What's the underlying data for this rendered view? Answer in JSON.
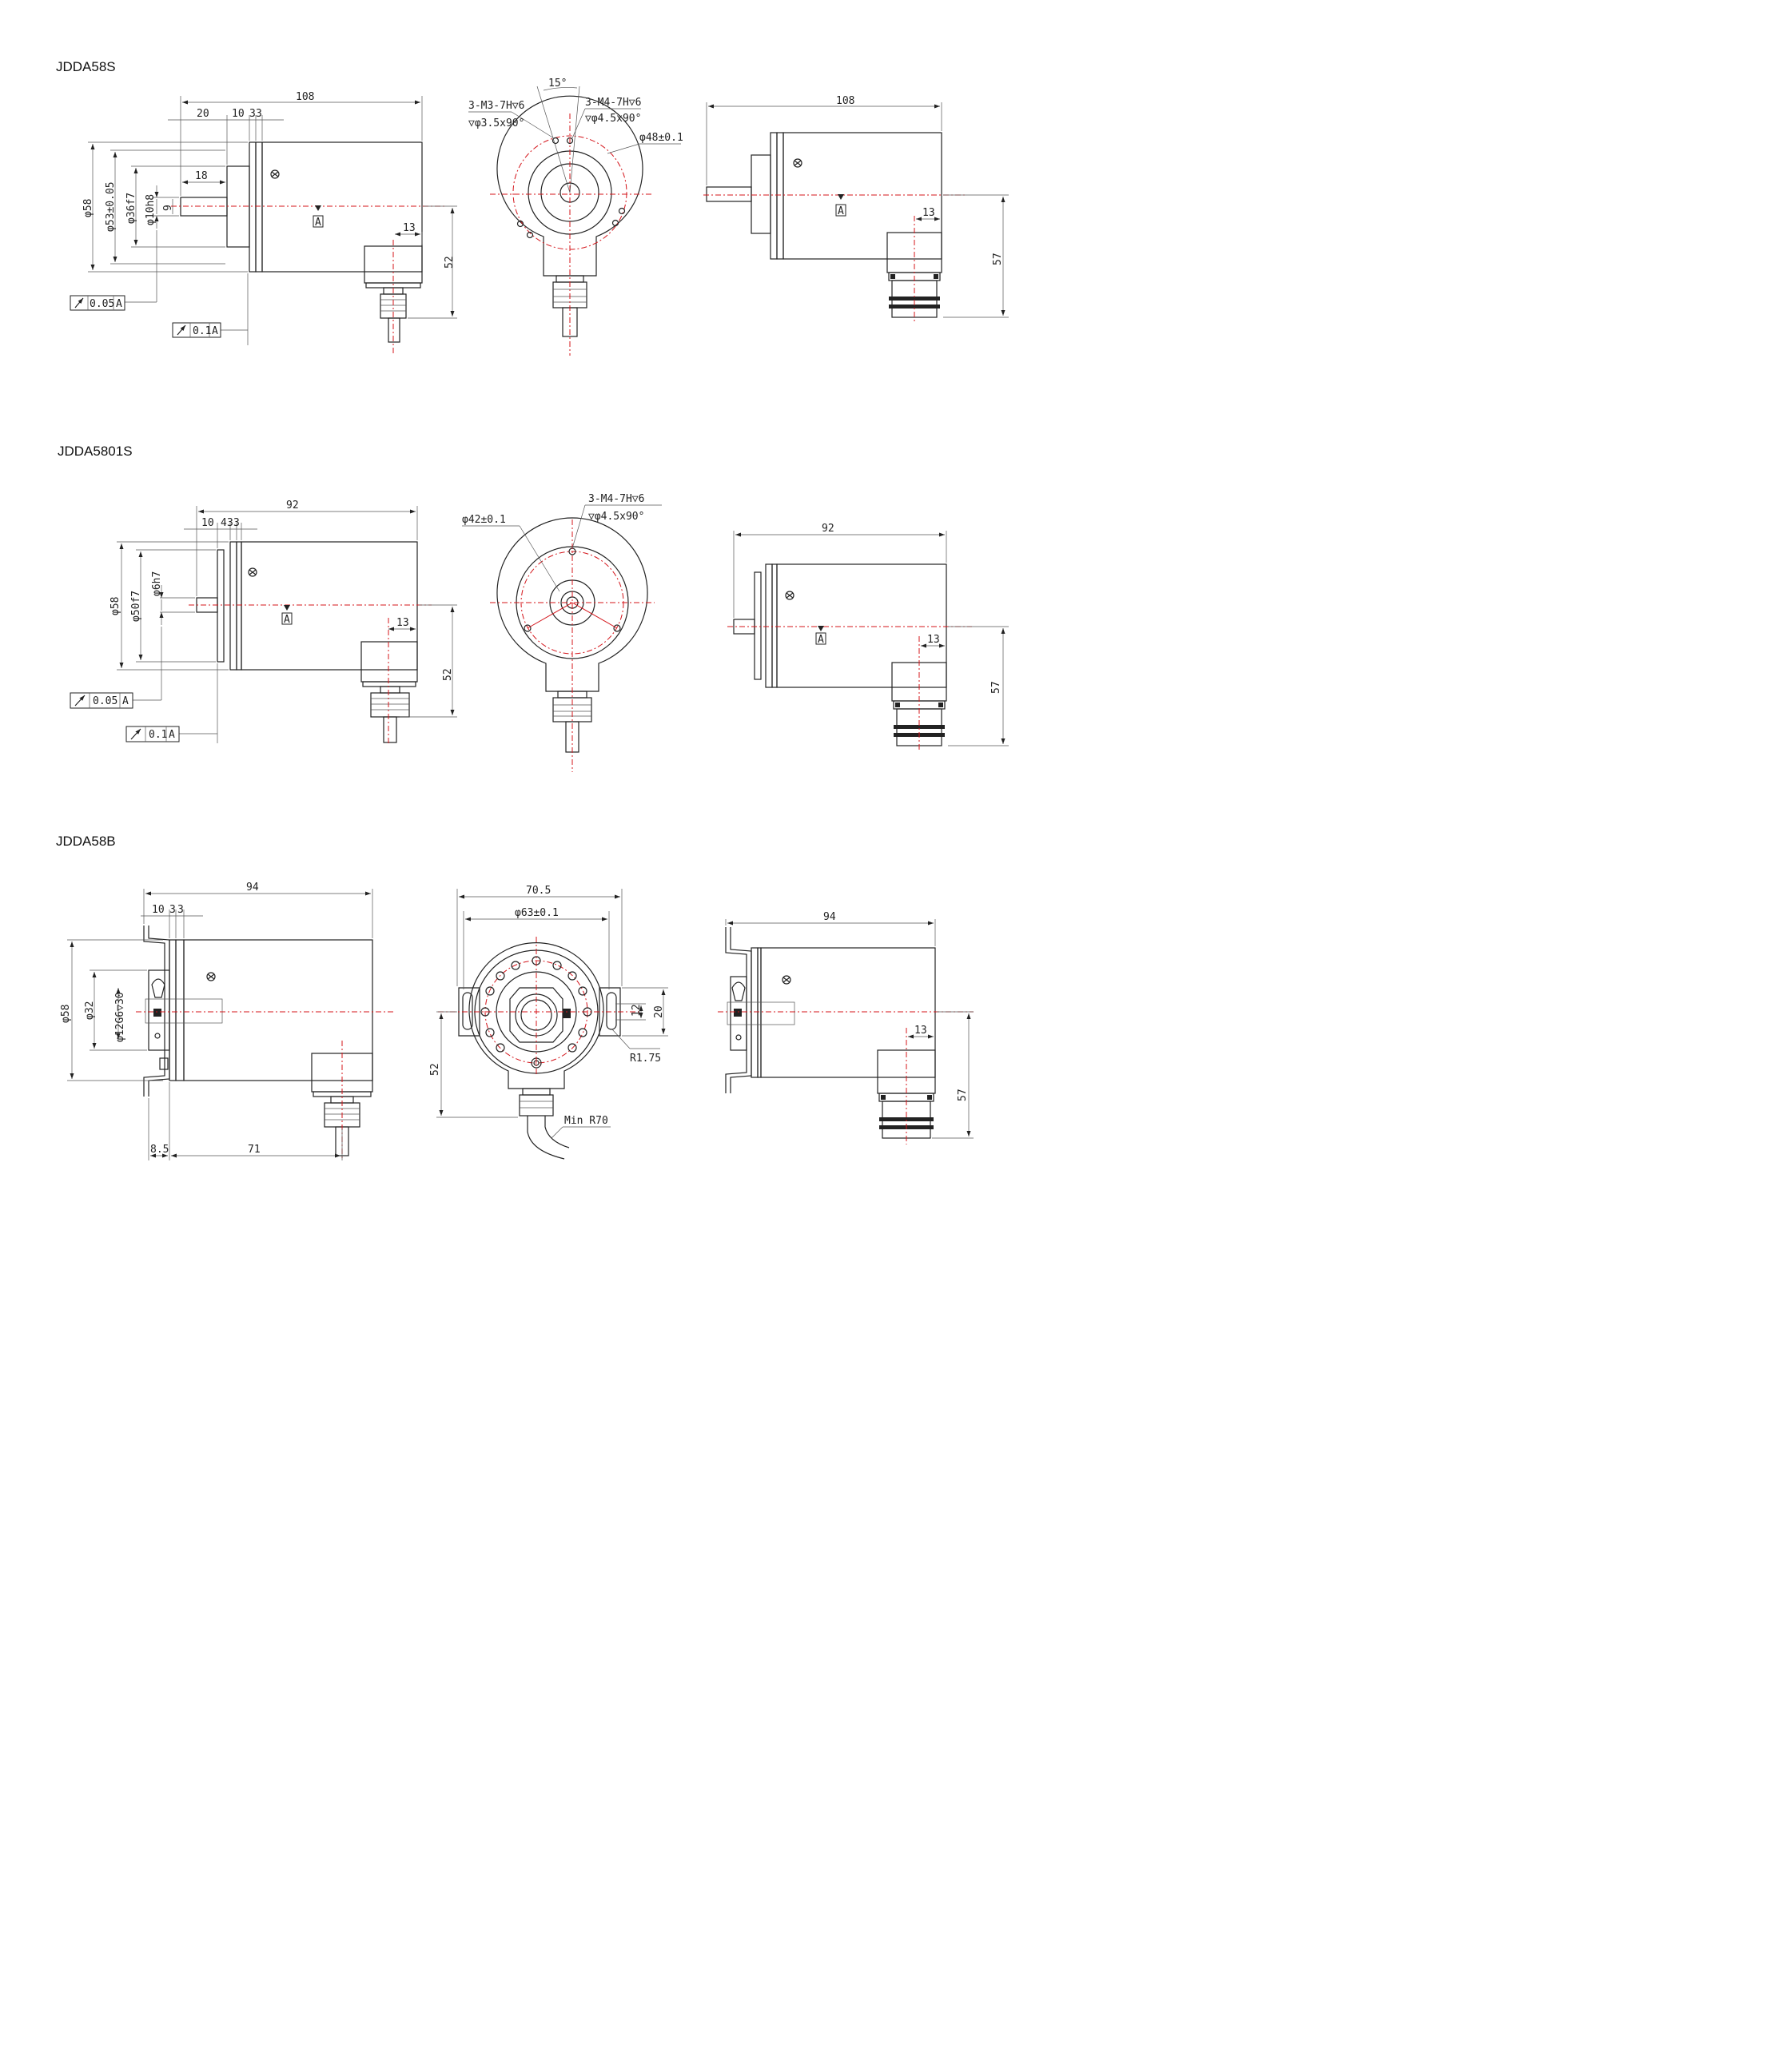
{
  "titles": {
    "t1": "JDDA58S",
    "t2": "JDDA5801S",
    "t3": "JDDA58B"
  },
  "dims": {
    "d1": {
      "len108": "108",
      "d20": "20",
      "d10": "10",
      "d3a": "3",
      "d3b": "3",
      "d18": "18",
      "d13": "13",
      "d52": "52",
      "dia58": "φ58",
      "dia53": "φ53±0.05",
      "dia36": "φ36f7",
      "dia10": "φ10h8",
      "d9": "9",
      "tol1": "0.05",
      "tol2": "0.1",
      "datum": "A",
      "m3": "3-M3-7H▽6",
      "m3b": "▽φ3.5x90°",
      "ang15": "15°",
      "m4": "3-M4-7H▽6",
      "m4b": "▽φ4.5x90°",
      "dia48": "φ48±0.1",
      "len108r": "108",
      "d13r": "13",
      "d57": "57"
    },
    "d2": {
      "len92": "92",
      "d10": "10",
      "d4": "4",
      "d3a": "3",
      "d3b": "3",
      "d13": "13",
      "d52": "52",
      "dia58": "φ58",
      "dia50": "φ50f7",
      "dia6": "φ6h7",
      "tol1": "0.05",
      "tol2": "0.1",
      "datum": "A",
      "dia42": "φ42±0.1",
      "m4": "3-M4-7H▽6",
      "m4b": "▽φ4.5x90°",
      "len92r": "92",
      "d13r": "13",
      "d57": "57"
    },
    "d3": {
      "len94": "94",
      "d10": "10",
      "d3a": "3",
      "d3b": "3",
      "dia58": "φ58",
      "dia32": "φ32",
      "dia12": "φ12G6▽30",
      "d85": "8.5",
      "d71": "71",
      "len705": "70.5",
      "dia63": "φ63±0.1",
      "d12": "12",
      "d20": "20",
      "r175": "R1.75",
      "d52": "52",
      "minr": "Min  R70",
      "len94r": "94",
      "d13r": "13",
      "d57": "57"
    }
  },
  "colors": {
    "line": "#222222",
    "center": "#d4141a",
    "background": "#ffffff"
  }
}
